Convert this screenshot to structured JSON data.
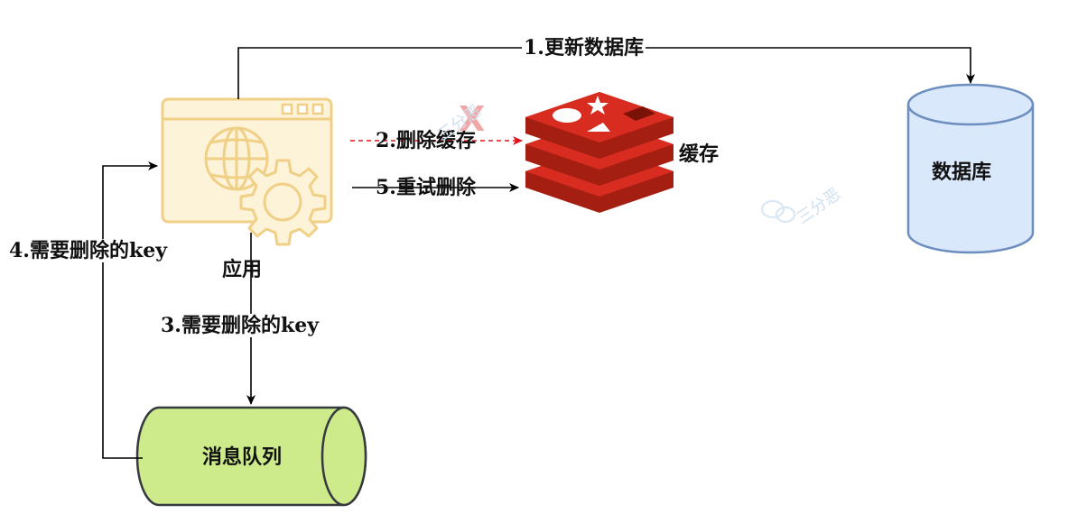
{
  "nodes": {
    "app_label": "应用",
    "cache_label": "缓存",
    "db_label": "数据库",
    "mq_label": "消息队列"
  },
  "edges": {
    "update_db": "1.更新数据库",
    "delete_cache": "2.删除缓存",
    "send_key": "3.需要删除的key",
    "receive_key": "4.需要删除的key",
    "retry_delete": "5.重试删除"
  },
  "failure_mark": "X",
  "watermark": "三分恶",
  "colors": {
    "app_fill": "#fdf3d8",
    "app_stroke": "#f0cf86",
    "redis_red": "#d82c20",
    "redis_dark": "#a41e11",
    "db_fill": "#dae8fc",
    "db_stroke": "#6c8ebf",
    "mq_fill": "#cdeb8b",
    "mq_stroke": "#36393d",
    "failed_arrow": "#e0131f"
  }
}
